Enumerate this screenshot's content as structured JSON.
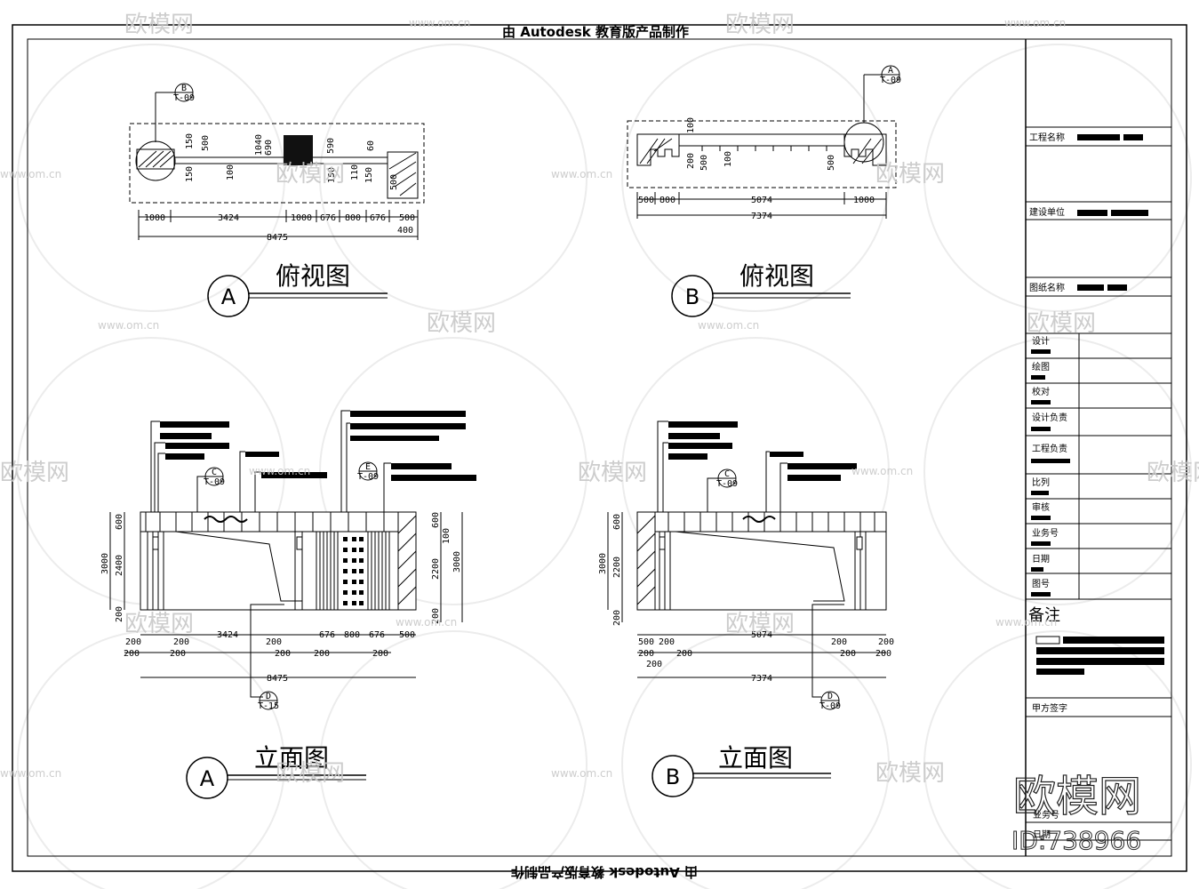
{
  "sheet": {
    "banner_top": "由 Autodesk 教育版产品制作",
    "banner_bottom": "由 Autodesk 教育版产品制作"
  },
  "views": {
    "plan_a": {
      "mark": "A",
      "title": "俯视图",
      "callout": {
        "top": "B",
        "bottom": "T-09"
      },
      "dims_bottom": [
        "1000",
        "3424",
        "1000",
        "676",
        "800",
        "676",
        "500"
      ],
      "dim_extra": "400",
      "dim_total": "8475",
      "dims_vertical": [
        "150",
        "500",
        "150",
        "100",
        "1040",
        "690",
        "590",
        "150",
        "150",
        "60",
        "110",
        "500"
      ]
    },
    "plan_b": {
      "mark": "B",
      "title": "俯视图",
      "callout": {
        "top": "A",
        "bottom": "T-09"
      },
      "dims_bottom": [
        "500",
        "800",
        "5074",
        "1000"
      ],
      "dim_total": "7374",
      "dims_vertical": [
        "100",
        "200",
        "500",
        "100",
        "500"
      ]
    },
    "elev_a": {
      "mark": "A",
      "title": "立面图",
      "callouts": [
        {
          "top": "C",
          "bottom": "T-09"
        },
        {
          "top": "E",
          "bottom": "T-09"
        },
        {
          "top": "D",
          "bottom": "T-15"
        }
      ],
      "dims_left": [
        "600",
        "3000",
        "2400",
        "200"
      ],
      "dims_right": [
        "600",
        "100",
        "2200",
        "3000",
        "200"
      ],
      "dims_bottom_row1": [
        "200",
        "200",
        "3424",
        "200",
        "676",
        "800",
        "676",
        "500"
      ],
      "dims_bottom_row2": [
        "200",
        "200",
        "200",
        "200",
        "200"
      ],
      "dim_total": "8475"
    },
    "elev_b": {
      "mark": "B",
      "title": "立面图",
      "callouts": [
        {
          "top": "C",
          "bottom": "T-09"
        },
        {
          "top": "D",
          "bottom": "T-09"
        }
      ],
      "dims_left": [
        "600",
        "3000",
        "2200",
        "200"
      ],
      "dims_bottom_row1": [
        "500",
        "200",
        "5074",
        "200",
        "200"
      ],
      "dims_bottom_row2": [
        "200",
        "200",
        "200",
        "200"
      ],
      "dims_bottom_row3": [
        "200"
      ],
      "dim_total": "7374"
    }
  },
  "title_block": {
    "project_name": "工程名称",
    "client": "建设单位",
    "drawing_name": "图纸名称",
    "rows": [
      "设计",
      "绘图",
      "校对",
      "设计负责",
      "工程负责",
      "比列",
      "审核",
      "业务号",
      "日期",
      "图号"
    ],
    "remarks": "备注",
    "party_a_sign": "甲方签字",
    "footer_rows": [
      "业务号",
      "日期"
    ]
  },
  "watermark": {
    "brand": "欧模网",
    "site": "www.om.cn",
    "id": "ID:738966"
  }
}
